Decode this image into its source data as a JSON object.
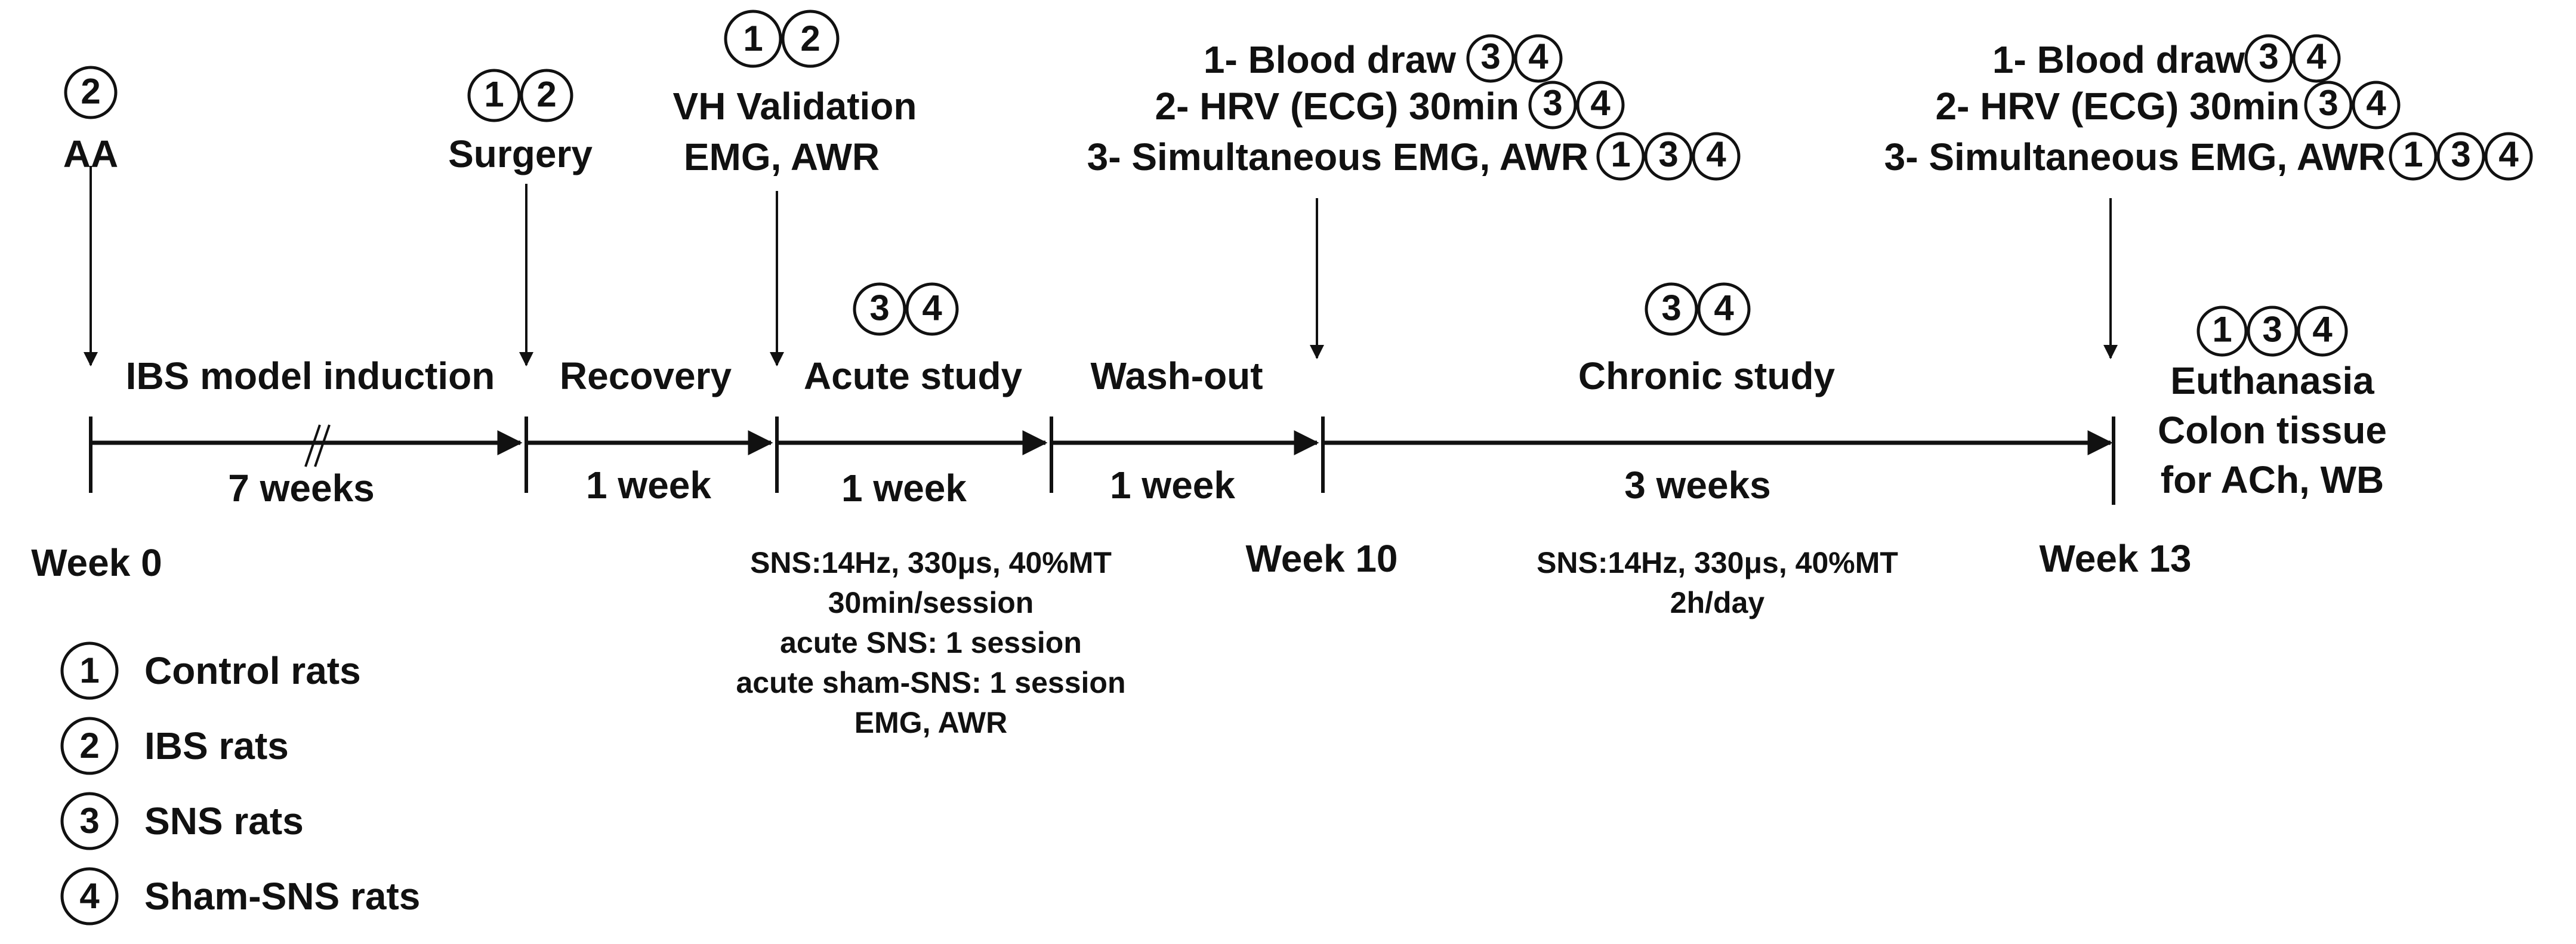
{
  "events": [
    {
      "id": "aa",
      "label": "AA",
      "groups": [
        "2"
      ]
    },
    {
      "id": "surgery",
      "label": "Surgery",
      "groups": [
        "1",
        "2"
      ]
    },
    {
      "id": "vh",
      "title": "VH Validation",
      "subtitle": "EMG, AWR",
      "groups": [
        "1",
        "2"
      ]
    },
    {
      "id": "week10",
      "lines": [
        {
          "text": "1- Blood draw",
          "groups": [
            "3",
            "4"
          ]
        },
        {
          "text": "2- HRV (ECG) 30min",
          "groups": [
            "3",
            "4"
          ]
        },
        {
          "text": "3- Simultaneous EMG, AWR",
          "groups": [
            "1",
            "3",
            "4"
          ]
        }
      ]
    },
    {
      "id": "week13",
      "lines": [
        {
          "text": "1- Blood draw",
          "groups": [
            "3",
            "4"
          ]
        },
        {
          "text": "2- HRV (ECG) 30min",
          "groups": [
            "3",
            "4"
          ]
        },
        {
          "text": "3- Simultaneous EMG, AWR",
          "groups": [
            "1",
            "3",
            "4"
          ]
        }
      ]
    }
  ],
  "phases": [
    {
      "id": "induction",
      "title": "IBS model induction",
      "duration": "7 weeks"
    },
    {
      "id": "recovery",
      "title": "Recovery",
      "duration": "1 week"
    },
    {
      "id": "acute",
      "title": "Acute study",
      "duration": "1 week",
      "groups": [
        "3",
        "4"
      ]
    },
    {
      "id": "washout",
      "title": "Wash-out",
      "duration": "1 week"
    },
    {
      "id": "chronic",
      "title": "Chronic study",
      "duration": "3 weeks",
      "groups": [
        "3",
        "4"
      ]
    }
  ],
  "end_event": {
    "groups": [
      "1",
      "3",
      "4"
    ],
    "lines": [
      "Euthanasia",
      "Colon tissue",
      "for ACh, WB"
    ]
  },
  "week_markers": [
    "Week 0",
    "Week 10",
    "Week 13"
  ],
  "acute_protocol": [
    "SNS:14Hz, 330μs, 40%MT",
    "30min/session",
    "acute SNS: 1 session",
    "acute sham-SNS: 1 session",
    "EMG, AWR"
  ],
  "chronic_protocol": [
    "SNS:14Hz, 330μs, 40%MT",
    "2h/day"
  ],
  "legend": [
    {
      "num": "1",
      "label": "Control rats"
    },
    {
      "num": "2",
      "label": "IBS rats"
    },
    {
      "num": "3",
      "label": "SNS rats"
    },
    {
      "num": "4",
      "label": "Sham-SNS rats"
    }
  ]
}
